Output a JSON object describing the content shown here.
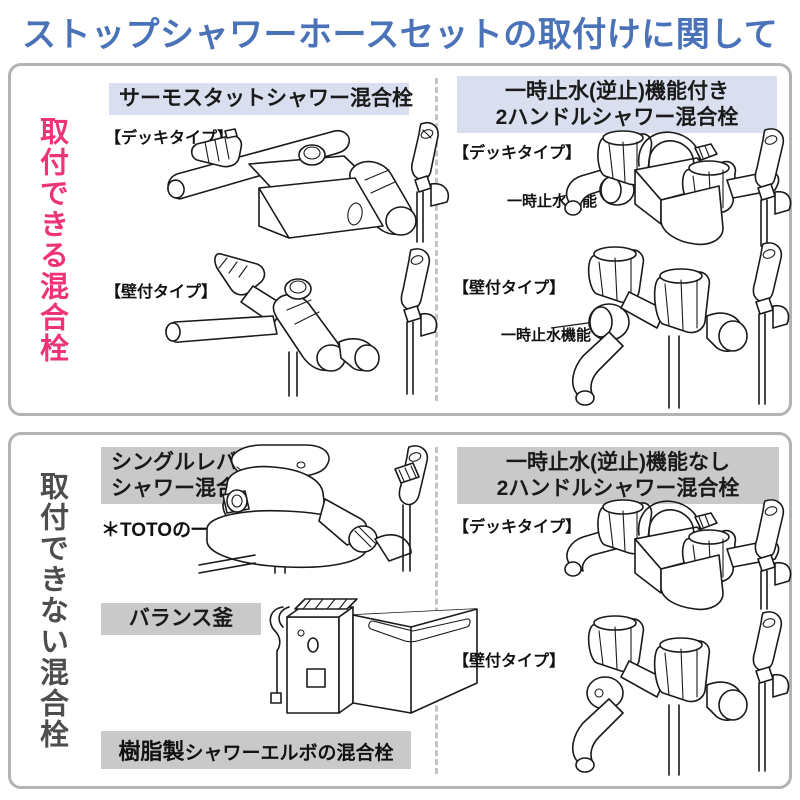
{
  "title": "ストップシャワーホースセットの取付けに関して",
  "colors": {
    "title_blue": "#4a72b8",
    "compatible_pink": "#ee3377",
    "incompatible_gray": "#4d4d4d",
    "band_blue": "#d9dfee",
    "band_gray": "#c9c9c9",
    "panel_border": "#b3b3b3"
  },
  "sections": [
    {
      "id": "compatible",
      "side_label": "取付できる混合栓",
      "columns": [
        {
          "id": "thermostat",
          "header": [
            "サーモスタットシャワー混合栓"
          ],
          "header_style": "blue",
          "items": [
            {
              "type_label": "【デッキタイプ】",
              "callout": null
            },
            {
              "type_label": "【壁付タイプ】",
              "callout": null
            }
          ]
        },
        {
          "id": "two-handle-with-stop",
          "header": [
            "一時止水(逆止)機能付き",
            "2ハンドルシャワー混合栓"
          ],
          "header_style": "blue",
          "items": [
            {
              "type_label": "【デッキタイプ】",
              "callout": "一時止水機能"
            },
            {
              "type_label": "【壁付タイプ】",
              "callout": "一時止水機能"
            }
          ]
        }
      ]
    },
    {
      "id": "incompatible",
      "side_label": "取付できない混合栓",
      "columns": [
        {
          "id": "single-lever",
          "header": [
            "シングルレバー",
            "シャワー混合栓"
          ],
          "header_style": "gray",
          "note": "＊TOTOの一部を除く",
          "items": [
            {
              "label": "バランス釜",
              "label_style": "gray"
            },
            {
              "label_prefix": "樹脂製",
              "label_suffix": "シャワーエルボの混合栓",
              "label_style": "gray"
            }
          ]
        },
        {
          "id": "two-handle-no-stop",
          "header": [
            "一時止水(逆止)機能なし",
            "2ハンドルシャワー混合栓"
          ],
          "header_style": "gray",
          "items": [
            {
              "type_label": "【デッキタイプ】",
              "callout": null
            },
            {
              "type_label": "【壁付タイプ】",
              "callout": null
            }
          ]
        }
      ]
    }
  ],
  "icons": {
    "faucet": "faucet-illustration",
    "shower_head": "shower-head-icon",
    "bathtub": "bathtub-illustration"
  }
}
